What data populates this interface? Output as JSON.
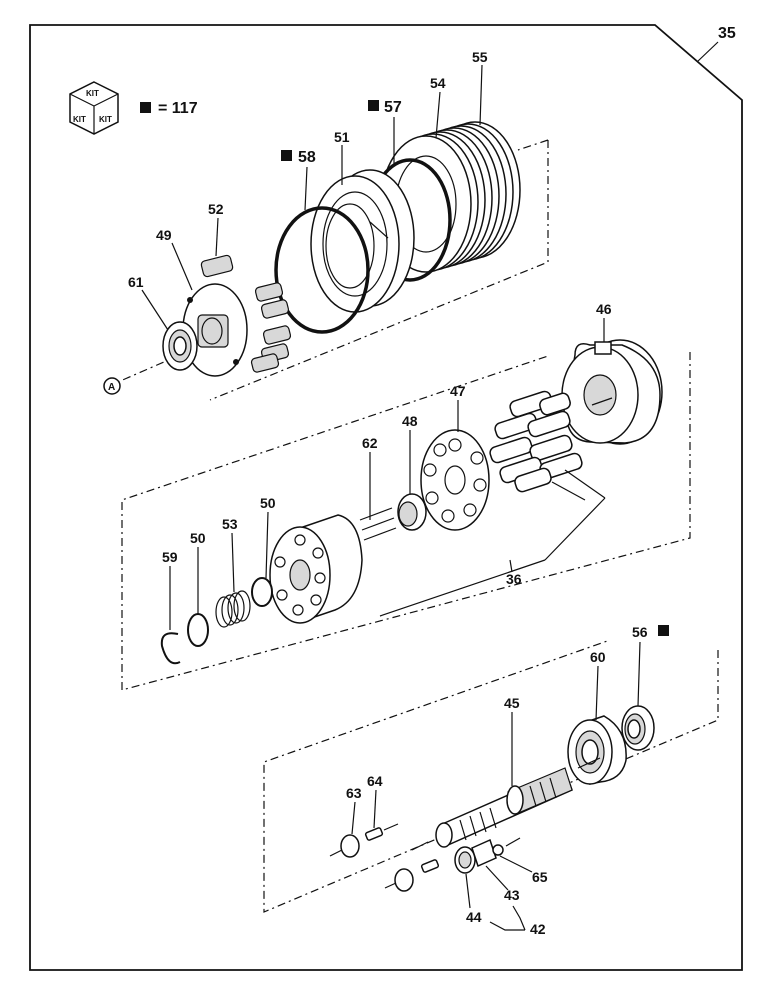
{
  "diagram": {
    "sheet_number": "35",
    "kit_legend": {
      "icon_top": "KIT",
      "icon_left": "KIT",
      "icon_right": "KIT",
      "legend_text": "= 117"
    },
    "reference_marker": "A",
    "labels": {
      "p35": "35",
      "p55": "55",
      "p54": "54",
      "p57": "57",
      "p51": "51",
      "p58": "58",
      "p52": "52",
      "p49": "49",
      "p61": "61",
      "p46": "46",
      "p47": "47",
      "p48": "48",
      "p62": "62",
      "p50a": "50",
      "p53": "53",
      "p50b": "50",
      "p59": "59",
      "p36": "36",
      "p56": "56",
      "p60": "60",
      "p45": "45",
      "p63": "63",
      "p64": "64",
      "p65": "65",
      "p43": "43",
      "p44": "44",
      "p42": "42"
    }
  }
}
